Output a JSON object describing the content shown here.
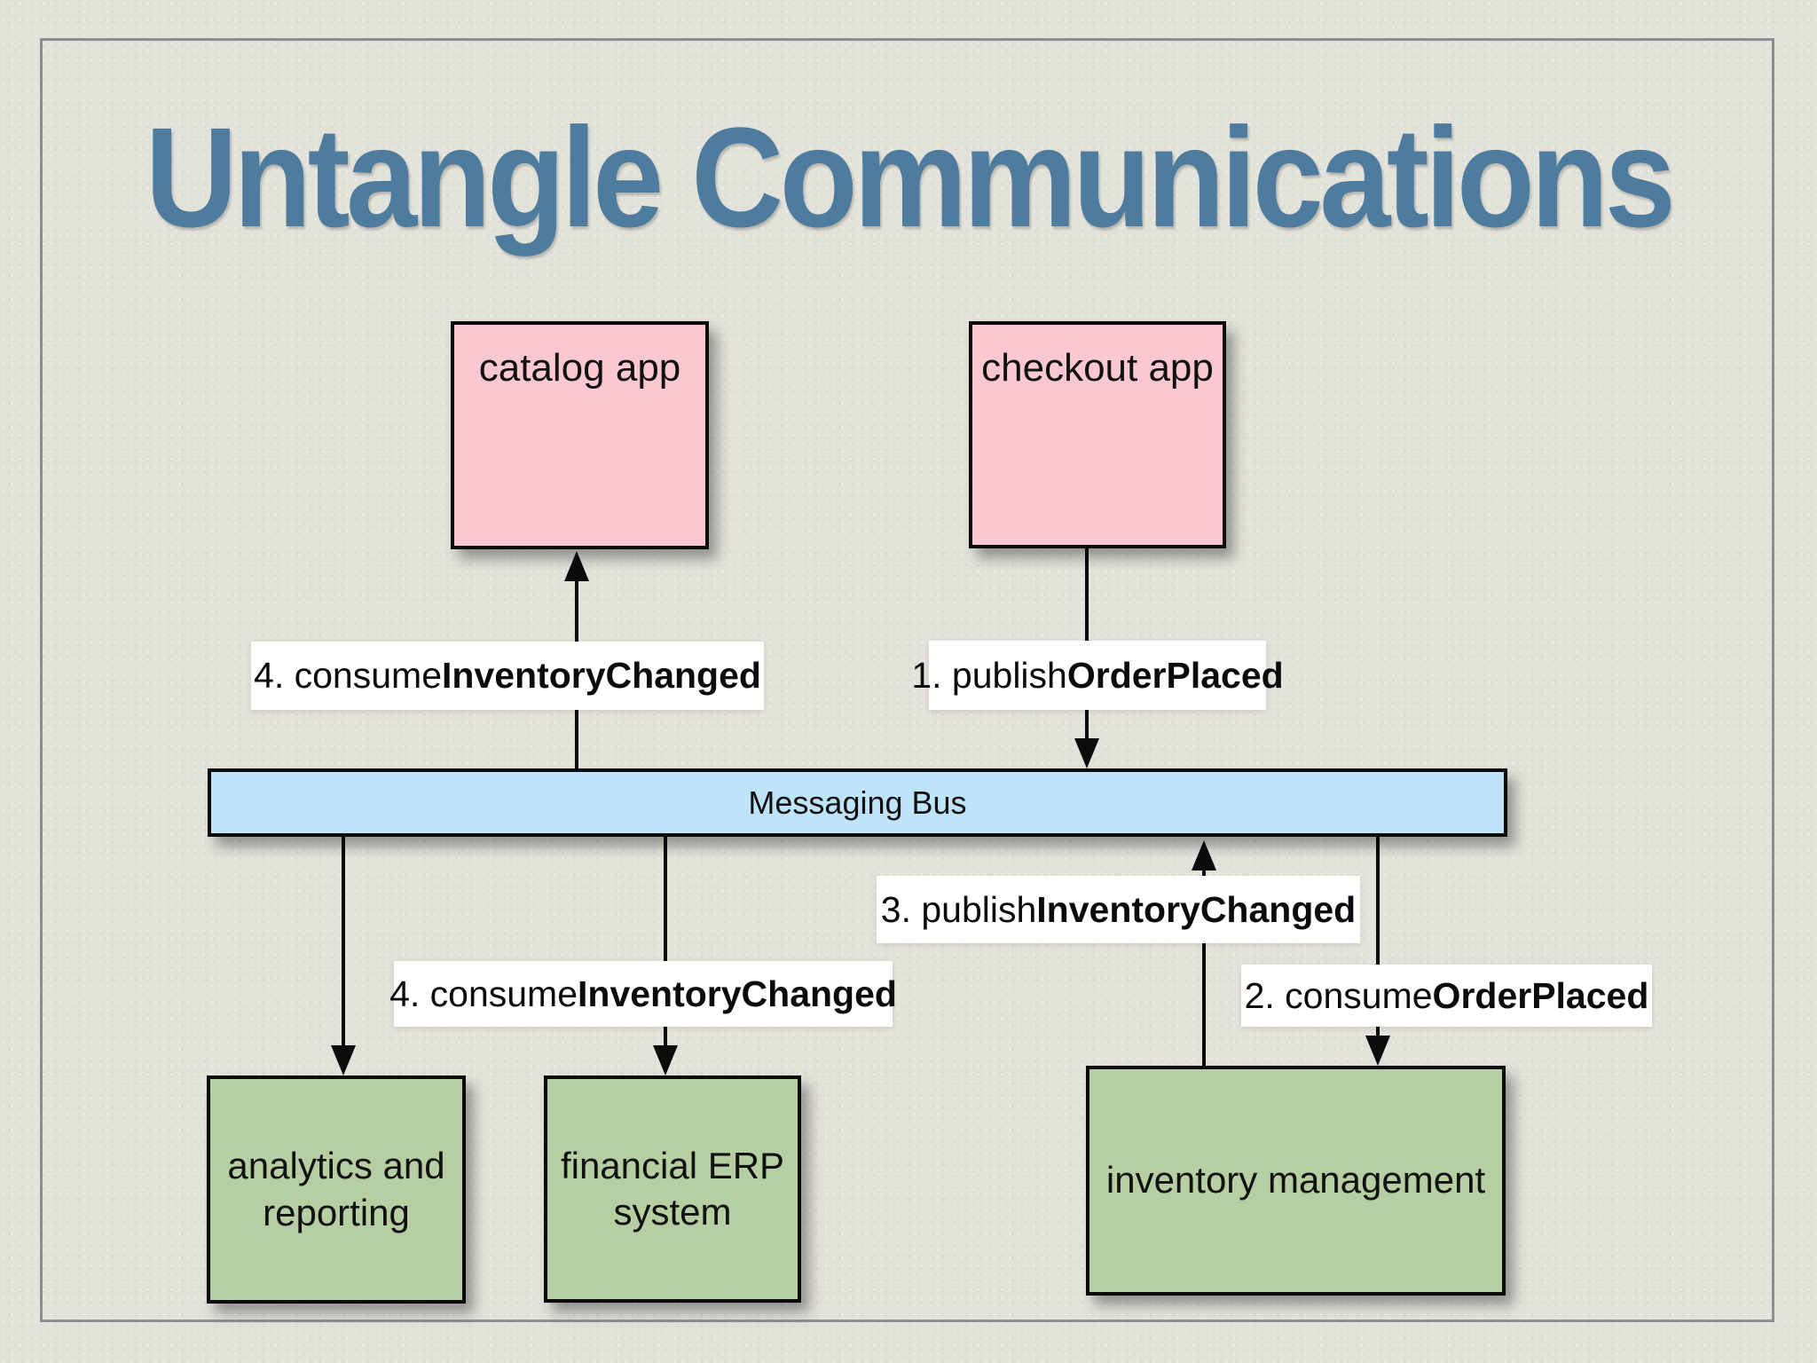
{
  "slide": {
    "title": "Untangle Communications"
  },
  "nodes": {
    "catalog": {
      "label": "catalog app"
    },
    "checkout": {
      "label": "checkout app"
    },
    "bus": {
      "label": "Messaging Bus"
    },
    "analytics": {
      "line1": "analytics and",
      "line2": "reporting"
    },
    "financial": {
      "line1": "financial ERP",
      "line2": "system"
    },
    "inventory": {
      "label": "inventory management"
    }
  },
  "flows": {
    "consume_inventory_catalog": {
      "prefix": "4. consume ",
      "event": "InventoryChanged"
    },
    "publish_orderplaced": {
      "prefix": "1. publish ",
      "event": "OrderPlaced"
    },
    "publish_inventorychanged": {
      "prefix": "3. publish ",
      "event": "InventoryChanged"
    },
    "consume_inventory_erp": {
      "prefix": "4. consume ",
      "event": "InventoryChanged"
    },
    "consume_orderplaced": {
      "prefix": "2. consume ",
      "event": "OrderPlaced"
    }
  },
  "colors": {
    "background": "#e3e2da",
    "frame": "#8e8e95",
    "title": "#4d7c9e",
    "app_box": "#fbc8d1",
    "service_box": "#b5cfa3",
    "bus_bar": "#bde4f8",
    "label_background": "#ffffff",
    "line": "#0b0b0b"
  }
}
